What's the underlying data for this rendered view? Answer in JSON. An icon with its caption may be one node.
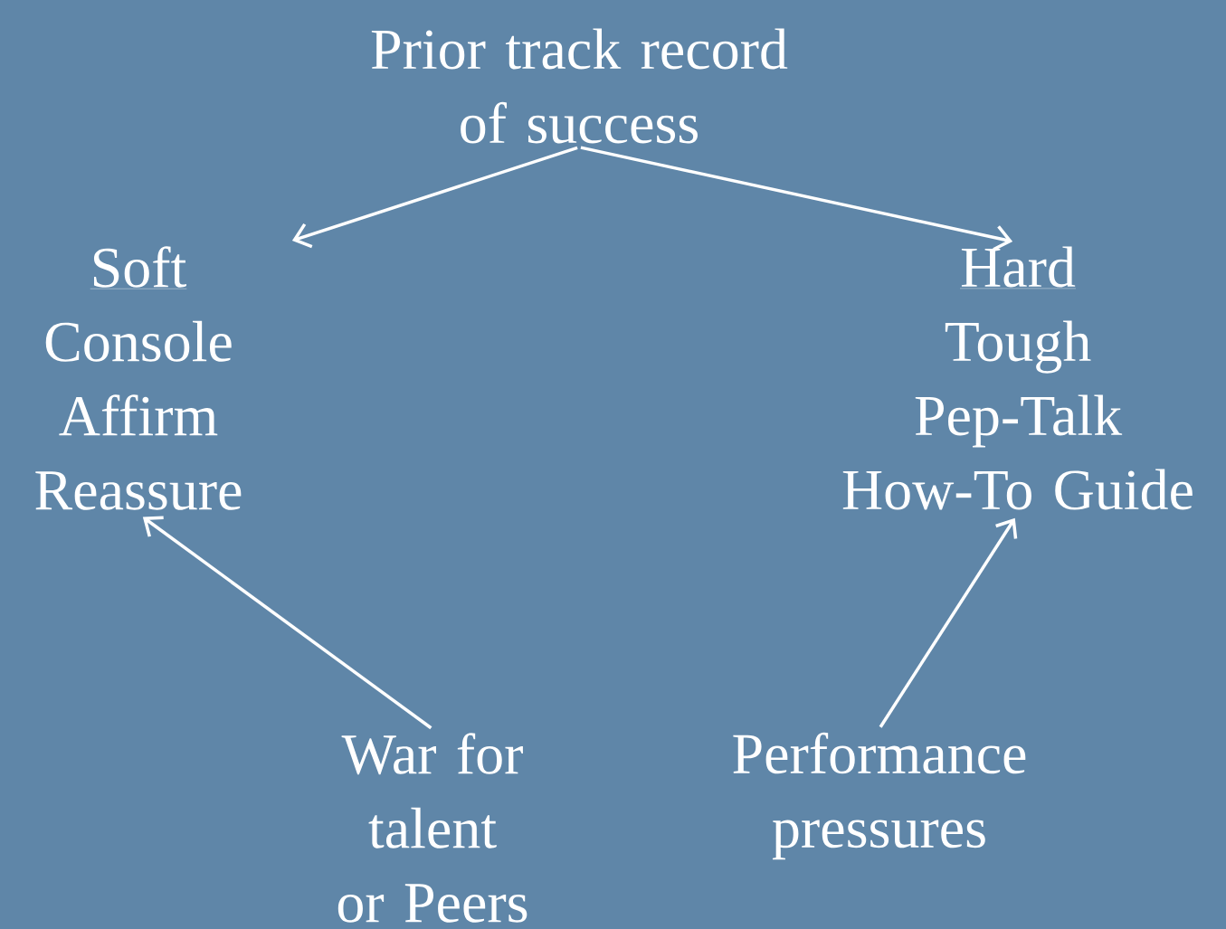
{
  "diagram": {
    "nodes": [
      {
        "text": [
          "Prior track record of success"
        ]
      },
      {
        "text": [
          "Soft",
          "Console",
          "Affirm",
          "Reassure"
        ]
      },
      {
        "text": [
          "Hard",
          "Tough",
          "Pep-Talk",
          "How-To Guide"
        ]
      },
      {
        "text": [
          "War for talent or Peers"
        ]
      },
      {
        "text": [
          "Performance pressures"
        ]
      }
    ],
    "edges": [
      {
        "from": 0,
        "to": 1,
        "arrow": "to"
      },
      {
        "from": 0,
        "to": 2,
        "arrow": "to"
      },
      {
        "from": 3,
        "to": 1,
        "arrow": "to"
      },
      {
        "from": 4,
        "to": 2,
        "arrow": "to"
      }
    ]
  }
}
